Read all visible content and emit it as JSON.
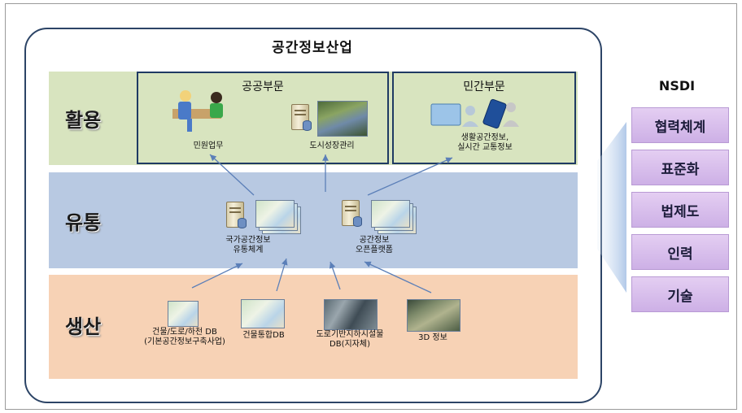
{
  "diagram": {
    "title": "공간정보산업",
    "bands": {
      "use": "활용",
      "distribution": "유통",
      "production": "생산"
    },
    "public_sector": {
      "title": "공공부문",
      "items": [
        "민원업무",
        "도시성장관리"
      ]
    },
    "private_sector": {
      "title": "민간부문",
      "caption": "생활공간정보,\n실시간 교통정보"
    },
    "distribution_nodes": [
      "국가공간정보\n유통체계",
      "공간정보\n오픈플랫폼"
    ],
    "production_items": [
      "건물/도로/하천 DB\n(기본공간정보구축사업)",
      "건물통합DB",
      "도로기반지하시설물\nDB(지자체)",
      "3D 정보"
    ],
    "nsdi": {
      "title": "NSDI",
      "items": [
        "협력체계",
        "표준화",
        "법제도",
        "인력",
        "기술"
      ]
    }
  },
  "colors": {
    "use_band": "#d8e4bf",
    "distribution_band": "#b8c9e2",
    "production_band": "#f7d2b5",
    "nsdi_item": "#d9bdee",
    "border": "#1f3a63"
  }
}
